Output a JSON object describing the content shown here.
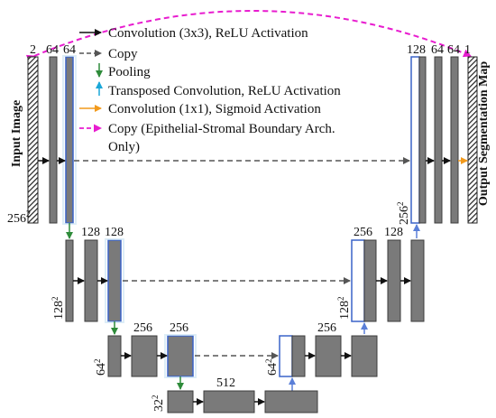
{
  "colors": {
    "conv": "#111111",
    "copy": "#555555",
    "pool": "#2e8b3a",
    "upconv": "#1aa7d8",
    "sigmoid": "#f29a1c",
    "boundary": "#e81ccf",
    "block": "#7a7a7a",
    "highlight": "#3a63c8"
  },
  "side_labels": {
    "input": "Input Image",
    "output": "Output Segmentation Map"
  },
  "legend": [
    {
      "key": "conv",
      "line1": "Convolution (3x3), ReLU Activation",
      "line2": ""
    },
    {
      "key": "copy",
      "line1": "Copy",
      "line2": ""
    },
    {
      "key": "pool",
      "line1": "Pooling",
      "line2": ""
    },
    {
      "key": "upconv",
      "line1": "Transposed Convolution, ReLU Activation",
      "line2": ""
    },
    {
      "key": "sigmoid",
      "line1": "Convolution (1x1), Sigmoid Activation",
      "line2": ""
    },
    {
      "key": "boundary",
      "line1": "Copy (Epithelial-Stromal Boundary Arch.",
      "line2": "Only)"
    }
  ],
  "channel_labels": {
    "l1_in": "2",
    "l1_a": "64",
    "l1_b": "64",
    "l1_up": "128",
    "l1_c": "64",
    "l1_d": "64",
    "l1_out": "1",
    "l2_a": "128",
    "l2_b": "128",
    "l2_up": "256",
    "l2_c": "128",
    "l3_a": "256",
    "l3_b": "256",
    "l3_up": "256",
    "l4_a": "512"
  },
  "size_labels": {
    "s256_left": "256",
    "s256_right": "256",
    "s128_left": "128",
    "s128_right": "128",
    "s64_left": "64",
    "s64_right": "64",
    "s32": "32",
    "sup": "2"
  }
}
